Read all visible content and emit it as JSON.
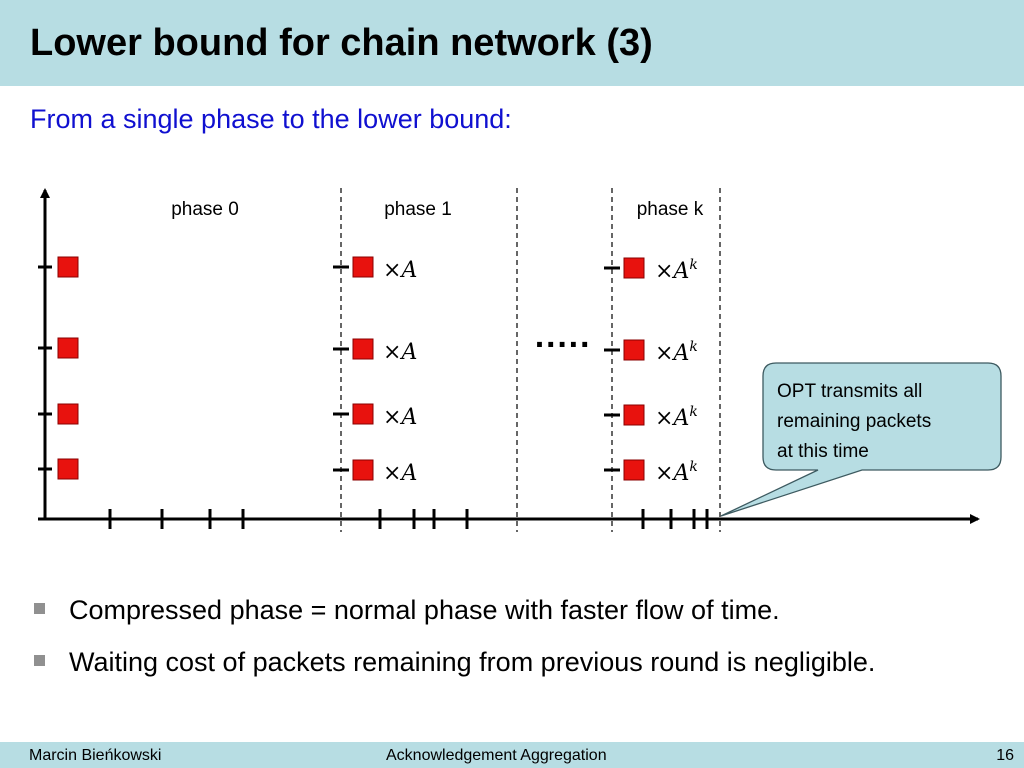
{
  "slide": {
    "title": "Lower bound for chain network (3)",
    "subtitle": "From a single phase to the lower bound:"
  },
  "diagram": {
    "phases": [
      "phase 0",
      "phase 1",
      "phase k"
    ],
    "ellipsis": "·····",
    "multiplier_symbol": "×",
    "multiplier_base": "A",
    "multiplier_exponent": "k",
    "callout": [
      "OPT transmits all",
      "remaining packets",
      "at this time"
    ],
    "colors": {
      "packet_fill": "#e8120e",
      "packet_stroke": "#8a0000",
      "callout_fill": "#b7dde3",
      "callout_stroke": "#3d5a60"
    }
  },
  "bullets": [
    "Compressed phase = normal phase with faster flow of time.",
    "Waiting cost of packets remaining from previous round is negligible."
  ],
  "footer": {
    "author": "Marcin Bieńkowski",
    "center": "Acknowledgement Aggregation",
    "page": "16"
  }
}
